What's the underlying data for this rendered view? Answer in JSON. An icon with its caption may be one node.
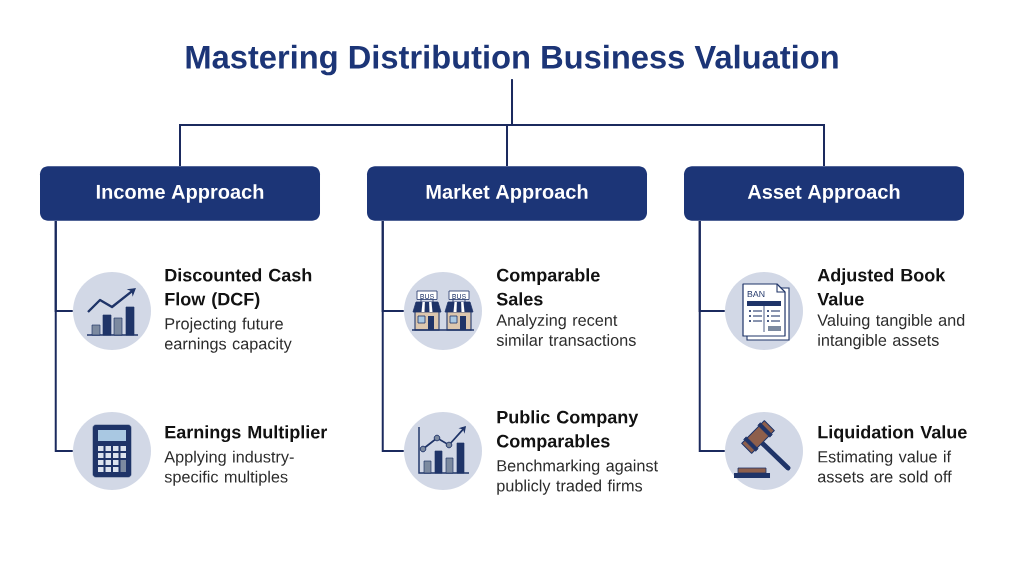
{
  "diagram": {
    "nodes": [
      {
        "text": [
          "Mastering Distribution Business Valuation"
        ]
      },
      {
        "text": [
          "Income Approach"
        ]
      },
      {
        "text": [
          "Market Approach"
        ]
      },
      {
        "text": [
          "Asset Approach"
        ]
      },
      {
        "text": [
          "Discounted Cash Flow (DCF)",
          "Projecting future earnings capacity"
        ]
      },
      {
        "text": [
          "Earnings Multiplier",
          "Applying industry-specific multiples"
        ]
      },
      {
        "text": [
          "Comparable Sales",
          "Analyzing recent similar transactions"
        ]
      },
      {
        "text": [
          "Public Company Comparables",
          "Benchmarking against publicly traded firms"
        ]
      },
      {
        "text": [
          "Adjusted Book Value",
          "Valuing tangible and intangible assets"
        ]
      },
      {
        "text": [
          "Liquidation Value",
          "Estimating value if assets are sold off"
        ]
      }
    ],
    "edges": [
      {
        "from": 0,
        "to": 1,
        "arrow": "none"
      },
      {
        "from": 0,
        "to": 2,
        "arrow": "none"
      },
      {
        "from": 0,
        "to": 3,
        "arrow": "none"
      },
      {
        "from": 1,
        "to": 4,
        "arrow": "none"
      },
      {
        "from": 1,
        "to": 5,
        "arrow": "none"
      },
      {
        "from": 2,
        "to": 6,
        "arrow": "none"
      },
      {
        "from": 2,
        "to": 7,
        "arrow": "none"
      },
      {
        "from": 3,
        "to": 8,
        "arrow": "none"
      },
      {
        "from": 3,
        "to": 9,
        "arrow": "none"
      }
    ],
    "labels": [
      "BUS",
      "BUS",
      "BAN"
    ]
  }
}
